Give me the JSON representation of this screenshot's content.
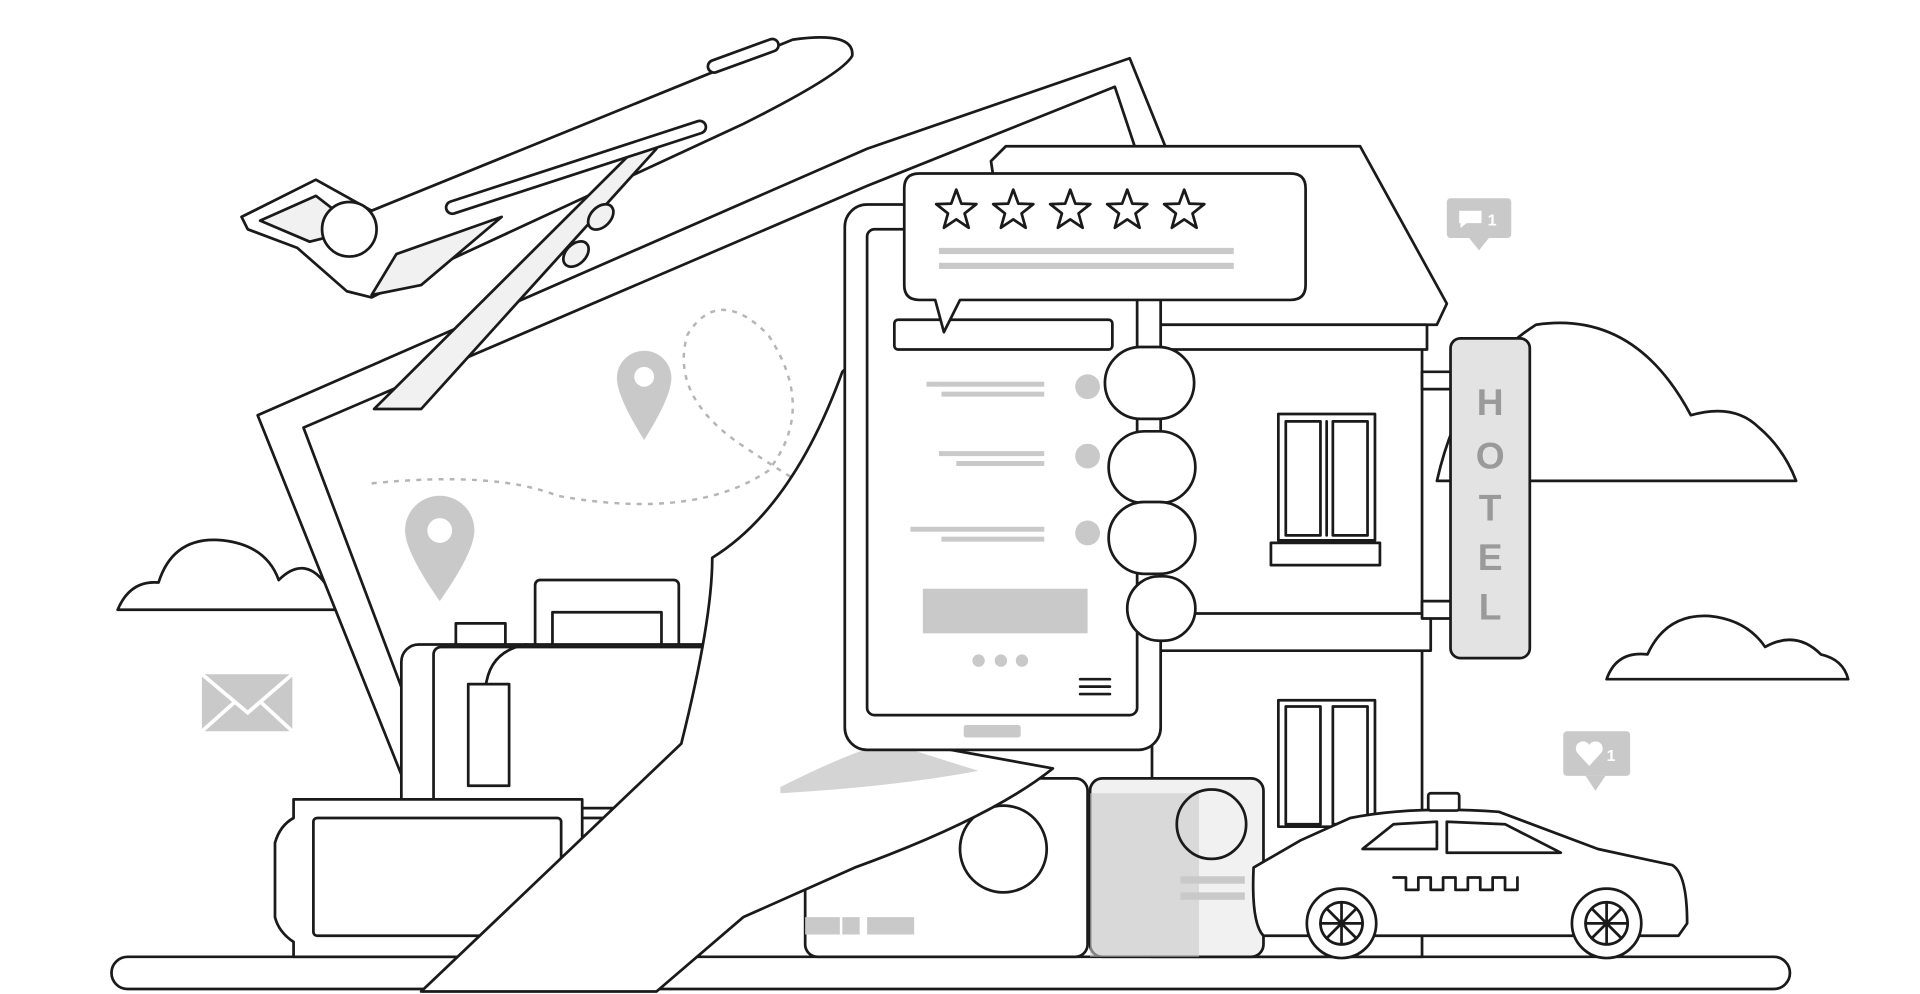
{
  "illustration": {
    "hotel_sign": {
      "letters": [
        "H",
        "O",
        "T",
        "E",
        "L"
      ]
    },
    "comment_badge": {
      "count": "1",
      "icon": "speech-bubble-icon"
    },
    "like_badge": {
      "count": "1",
      "icon": "heart-icon"
    },
    "review_card": {
      "stars": 5
    },
    "colors": {
      "line": "#1a1a1a",
      "fill_gray": "#c9c9c9",
      "light_gray": "#f1f1f1",
      "sign_text": "#9a9a9a"
    }
  }
}
